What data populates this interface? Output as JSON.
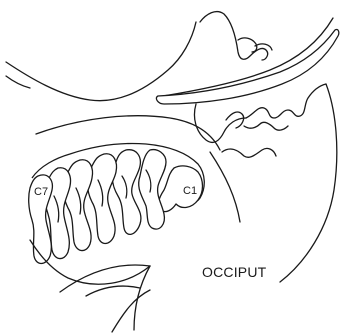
{
  "labels": {
    "vertebra_bottom": "C7",
    "vertebra_top": "C1",
    "region": "OCCIPUT"
  }
}
